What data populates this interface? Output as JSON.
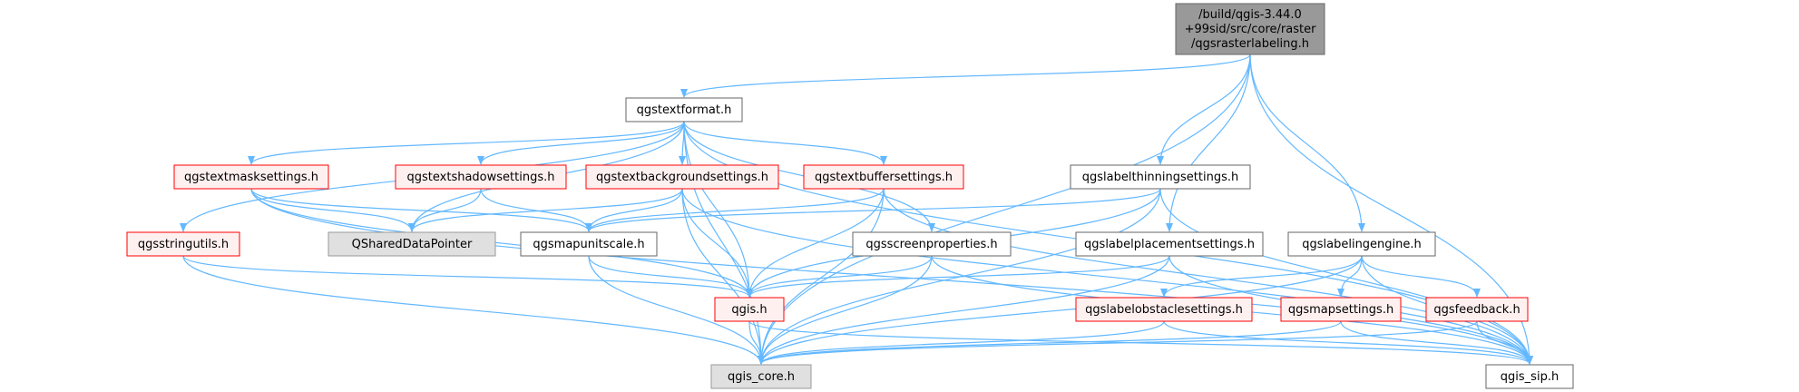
{
  "graph": {
    "colors": {
      "edge": "#63b8ff",
      "root_fill": "#999999",
      "root_stroke": "#666666",
      "plain_fill": "#ffffff",
      "plain_stroke": "#666666",
      "red_fill": "#fff0f0",
      "red_stroke": "#ff0000",
      "gray_fill": "#e0e0e0",
      "gray_stroke": "#999999",
      "text": "#000000"
    },
    "nodes": [
      {
        "id": "root",
        "style": "root",
        "lines": [
          "/build/qgis-3.44.0",
          "+99sid/src/core/raster",
          "/qgsrasterlabeling.h"
        ]
      },
      {
        "id": "qgstextformat",
        "style": "plain",
        "lines": [
          "qgstextformat.h"
        ]
      },
      {
        "id": "qgslabelthinningsettings",
        "style": "plain",
        "lines": [
          "qgslabelthinningsettings.h"
        ]
      },
      {
        "id": "qgstextmasksettings",
        "style": "red",
        "lines": [
          "qgstextmasksettings.h"
        ]
      },
      {
        "id": "qgstextshadowsettings",
        "style": "red",
        "lines": [
          "qgstextshadowsettings.h"
        ]
      },
      {
        "id": "qgstextbackgroundsettings",
        "style": "red",
        "lines": [
          "qgstextbackgroundsettings.h"
        ]
      },
      {
        "id": "qgstextbuffersettings",
        "style": "red",
        "lines": [
          "qgstextbuffersettings.h"
        ]
      },
      {
        "id": "qgsstringutils",
        "style": "red",
        "lines": [
          "qgsstringutils.h"
        ]
      },
      {
        "id": "qshareddatapointer",
        "style": "gray",
        "lines": [
          "QSharedDataPointer"
        ]
      },
      {
        "id": "qgsmapunitscale",
        "style": "plain",
        "lines": [
          "qgsmapunitscale.h"
        ]
      },
      {
        "id": "qgsscreenproperties",
        "style": "plain",
        "lines": [
          "qgsscreenproperties.h"
        ]
      },
      {
        "id": "qgslabelplacementsettings",
        "style": "plain",
        "lines": [
          "qgslabelplacementsettings.h"
        ]
      },
      {
        "id": "qgslabelingengine",
        "style": "plain",
        "lines": [
          "qgslabelingengine.h"
        ]
      },
      {
        "id": "qgis",
        "style": "red",
        "lines": [
          "qgis.h"
        ]
      },
      {
        "id": "qgslabelobstaclesettings",
        "style": "red",
        "lines": [
          "qgslabelobstaclesettings.h"
        ]
      },
      {
        "id": "qgsmapsettings",
        "style": "red",
        "lines": [
          "qgsmapsettings.h"
        ]
      },
      {
        "id": "qgsfeedback",
        "style": "red",
        "lines": [
          "qgsfeedback.h"
        ]
      },
      {
        "id": "qgis_core",
        "style": "gray",
        "lines": [
          "qgis_core.h"
        ]
      },
      {
        "id": "qgis_sip",
        "style": "plain",
        "lines": [
          "qgis_sip.h"
        ]
      }
    ],
    "edges": [
      [
        "root",
        "qgstextformat"
      ],
      [
        "root",
        "qgslabelthinningsettings"
      ],
      [
        "root",
        "qgslabelplacementsettings"
      ],
      [
        "root",
        "qgslabelingengine"
      ],
      [
        "root",
        "qgis_core"
      ],
      [
        "root",
        "qgis_sip"
      ],
      [
        "qgstextformat",
        "qgstextmasksettings"
      ],
      [
        "qgstextformat",
        "qgstextshadowsettings"
      ],
      [
        "qgstextformat",
        "qgstextbackgroundsettings"
      ],
      [
        "qgstextformat",
        "qgstextbuffersettings"
      ],
      [
        "qgstextformat",
        "qgsstringutils"
      ],
      [
        "qgstextformat",
        "qshareddatapointer"
      ],
      [
        "qgstextformat",
        "qgsscreenproperties"
      ],
      [
        "qgstextformat",
        "qgis"
      ],
      [
        "qgstextformat",
        "qgis_core"
      ],
      [
        "qgstextformat",
        "qgis_sip"
      ],
      [
        "qgstextmasksettings",
        "qshareddatapointer"
      ],
      [
        "qgstextmasksettings",
        "qgsmapunitscale"
      ],
      [
        "qgstextmasksettings",
        "qgis"
      ],
      [
        "qgstextmasksettings",
        "qgis_sip"
      ],
      [
        "qgstextshadowsettings",
        "qshareddatapointer"
      ],
      [
        "qgstextshadowsettings",
        "qgsmapunitscale"
      ],
      [
        "qgstextbackgroundsettings",
        "qshareddatapointer"
      ],
      [
        "qgstextbackgroundsettings",
        "qgsmapunitscale"
      ],
      [
        "qgstextbackgroundsettings",
        "qgis"
      ],
      [
        "qgstextbackgroundsettings",
        "qgis_core"
      ],
      [
        "qgstextbackgroundsettings",
        "qgis_sip"
      ],
      [
        "qgstextbuffersettings",
        "qgsmapunitscale"
      ],
      [
        "qgstextbuffersettings",
        "qgis"
      ],
      [
        "qgstextbuffersettings",
        "qgis_core"
      ],
      [
        "qgstextbuffersettings",
        "qgis_sip"
      ],
      [
        "qgslabelthinningsettings",
        "qgsmapunitscale"
      ],
      [
        "qgslabelthinningsettings",
        "qgis"
      ],
      [
        "qgslabelthinningsettings",
        "qgis_core"
      ],
      [
        "qgslabelthinningsettings",
        "qgis_sip"
      ],
      [
        "qgsstringutils",
        "qgis"
      ],
      [
        "qgsstringutils",
        "qgis_core"
      ],
      [
        "qgsmapunitscale",
        "qgis"
      ],
      [
        "qgsmapunitscale",
        "qgis_core"
      ],
      [
        "qgsscreenproperties",
        "qgis"
      ],
      [
        "qgsscreenproperties",
        "qgis_core"
      ],
      [
        "qgsscreenproperties",
        "qgis_sip"
      ],
      [
        "qgslabelplacementsettings",
        "qgis"
      ],
      [
        "qgslabelplacementsettings",
        "qgis_core"
      ],
      [
        "qgslabelplacementsettings",
        "qgis_sip"
      ],
      [
        "qgslabelingengine",
        "qgslabelobstaclesettings"
      ],
      [
        "qgslabelingengine",
        "qgsmapsettings"
      ],
      [
        "qgslabelingengine",
        "qgsfeedback"
      ],
      [
        "qgslabelingengine",
        "qgis_core"
      ],
      [
        "qgslabelingengine",
        "qgis_sip"
      ],
      [
        "qgis",
        "qgis_core"
      ],
      [
        "qgis",
        "qgis_sip"
      ],
      [
        "qgslabelobstaclesettings",
        "qgis_core"
      ],
      [
        "qgslabelobstaclesettings",
        "qgis_sip"
      ],
      [
        "qgsmapsettings",
        "qgis_core"
      ],
      [
        "qgsmapsettings",
        "qgis_sip"
      ],
      [
        "qgsfeedback",
        "qgis_core"
      ],
      [
        "qgsfeedback",
        "qgis_sip"
      ]
    ]
  }
}
